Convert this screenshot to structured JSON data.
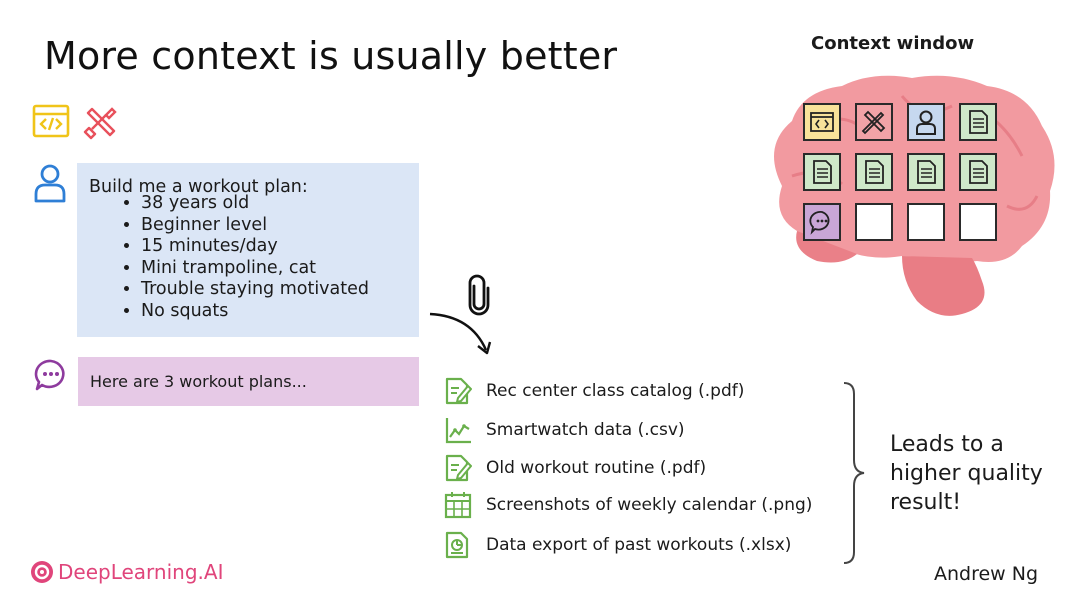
{
  "slide": {
    "title": "More context is usually better",
    "author": "Andrew Ng"
  },
  "logo": {
    "text": "DeepLearning.AI",
    "color": "#e0457b"
  },
  "tool_icons": [
    {
      "icon": "code-window-icon",
      "color": "#f0c419"
    },
    {
      "icon": "tools-icon",
      "color": "#e8505b"
    }
  ],
  "user_prompt": {
    "icon": "user-icon",
    "lead": "Build me a workout plan:",
    "items": [
      "38 years old",
      "Beginner level",
      "15 minutes/day",
      "Mini trampoline, cat",
      "Trouble staying motivated",
      "No squats"
    ],
    "bg": "#dbe6f6"
  },
  "assistant_reply": {
    "icon": "chat-bubble-icon",
    "text": "Here are 3 workout plans...",
    "bg": "#e6c9e6"
  },
  "attachment": {
    "icon": "paperclip-icon"
  },
  "files": [
    {
      "icon": "edit-document-icon",
      "label": "Rec center class catalog (.pdf)"
    },
    {
      "icon": "line-chart-icon",
      "label": "Smartwatch data (.csv)"
    },
    {
      "icon": "edit-document-icon",
      "label": "Old workout routine (.pdf)"
    },
    {
      "icon": "calendar-icon",
      "label": "Screenshots of weekly calendar (.png)"
    },
    {
      "icon": "spreadsheet-document-icon",
      "label": "Data export of past workouts (.xlsx)"
    }
  ],
  "conclusion": {
    "lines": [
      "Leads to a",
      "higher quality",
      "result!"
    ]
  },
  "context_window": {
    "title": "Context window",
    "brain_color": "#f29aa0",
    "cells": [
      "code-window-icon",
      "tools-icon",
      "user-icon",
      "document-icon",
      "document-icon",
      "document-icon",
      "document-icon",
      "document-icon",
      "chat-bubble-icon",
      "empty",
      "empty",
      "empty"
    ]
  },
  "colors": {
    "green_icon": "#6ab04c",
    "yellow": "#f0c419",
    "red": "#e8505b",
    "blue": "#2f7fd6",
    "purple": "#8e3b9e"
  }
}
